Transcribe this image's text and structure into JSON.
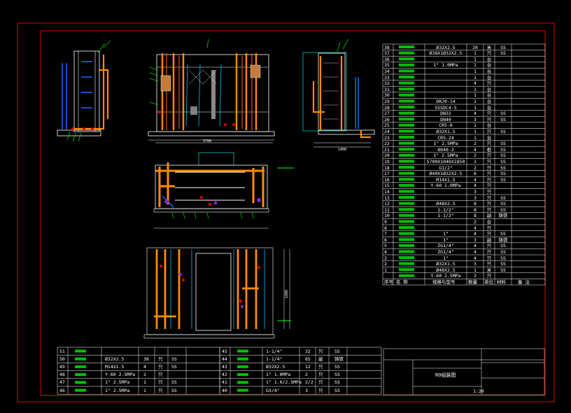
{
  "drawing_title": "RO组装图",
  "scale": "1:20",
  "dims": {
    "main_width": "5700",
    "side_width": "1400",
    "front_height": "1800"
  },
  "bom_header": [
    "序号",
    "名 称",
    "规格与型号",
    "数量",
    "单位",
    "材料",
    "备 注"
  ],
  "bom_right": [
    {
      "no": "38",
      "spec": "Ø32X2.5",
      "qty": "20",
      "unit": "米",
      "mat": "SS"
    },
    {
      "no": "37",
      "spec": "Ø38X1Ø32X2.5",
      "qty": "1",
      "unit": "只",
      "mat": "SS"
    },
    {
      "no": "36",
      "spec": "",
      "qty": "1",
      "unit": "台",
      "mat": ""
    },
    {
      "no": "35",
      "spec": "1\" 1.0MPa",
      "qty": "1",
      "unit": "台",
      "mat": ""
    },
    {
      "no": "34",
      "spec": "",
      "qty": "1",
      "unit": "台",
      "mat": ""
    },
    {
      "no": "33",
      "spec": "",
      "qty": "1",
      "unit": "台",
      "mat": ""
    },
    {
      "no": "32",
      "spec": "",
      "qty": "4",
      "unit": "只",
      "mat": ""
    },
    {
      "no": "31",
      "spec": "",
      "qty": "1",
      "unit": "台",
      "mat": ""
    },
    {
      "no": "30",
      "spec": "",
      "qty": "1",
      "unit": "台",
      "mat": ""
    },
    {
      "no": "29",
      "spec": "DRJ0-14",
      "qty": "1",
      "unit": "台",
      "mat": ""
    },
    {
      "no": "28",
      "spec": "SSSDC4-5",
      "qty": "1",
      "unit": "台",
      "mat": ""
    },
    {
      "no": "27",
      "spec": "DN32",
      "qty": "4",
      "unit": "只",
      "mat": "SS"
    },
    {
      "no": "26",
      "spec": "DN40",
      "qty": "3",
      "unit": "只",
      "mat": "SS"
    },
    {
      "no": "25",
      "spec": "CR5-6",
      "qty": "1",
      "unit": "台",
      "mat": ""
    },
    {
      "no": "24",
      "spec": "Ø32X1.5",
      "qty": "1",
      "unit": "只",
      "mat": "SS"
    },
    {
      "no": "23",
      "spec": "CR5-24",
      "qty": "1",
      "unit": "台",
      "mat": ""
    },
    {
      "no": "22",
      "spec": "1\" 2.5MPa",
      "qty": "2",
      "unit": "只",
      "mat": "SS"
    },
    {
      "no": "21",
      "spec": "8040-2",
      "qty": "4",
      "unit": "根",
      "mat": "SS"
    },
    {
      "no": "20",
      "spec": "1\" 2.5MPa",
      "qty": "2",
      "unit": "只",
      "mat": "SS"
    },
    {
      "no": "19",
      "spec": "5700X1040X1850",
      "qty": "1",
      "unit": "只",
      "mat": "SS"
    },
    {
      "no": "18",
      "spec": "G1/2\"",
      "qty": "2",
      "unit": "只",
      "mat": "SS"
    },
    {
      "no": "17",
      "spec": "Ø40X1Ø32X2.5",
      "qty": "6",
      "unit": "只",
      "mat": "SS"
    },
    {
      "no": "16",
      "spec": "M14X1.5",
      "qty": "4",
      "unit": "只",
      "mat": "SS"
    },
    {
      "no": "15",
      "spec": "Y-60 1.0MPa",
      "qty": "4",
      "unit": "只",
      "mat": ""
    },
    {
      "no": "14",
      "spec": "",
      "qty": "3",
      "unit": "只",
      "mat": ""
    },
    {
      "no": "13",
      "spec": "",
      "qty": "3",
      "unit": "只",
      "mat": "SS"
    },
    {
      "no": "12",
      "spec": "Ø48X2.5",
      "qty": "8",
      "unit": "只",
      "mat": "SS"
    },
    {
      "no": "11",
      "spec": "1-1/2\"",
      "qty": "8",
      "unit": "只",
      "mat": "SS"
    },
    {
      "no": "10",
      "spec": "1-1/2\"",
      "qty": "8",
      "unit": "副",
      "mat": "铸铁"
    },
    {
      "no": "9",
      "spec": "",
      "qty": "2",
      "unit": "台",
      "mat": ""
    },
    {
      "no": "8",
      "spec": "",
      "qty": "4",
      "unit": "只",
      "mat": ""
    },
    {
      "no": "7",
      "spec": "1\"",
      "qty": "4",
      "unit": "只",
      "mat": "SS"
    },
    {
      "no": "6",
      "spec": "1\"",
      "qty": "3",
      "unit": "副",
      "mat": "铸铁"
    },
    {
      "no": "5",
      "spec": "ZG1/4\"",
      "qty": "4",
      "unit": "只",
      "mat": "SS"
    },
    {
      "no": "4",
      "spec": "ZG1/4\"",
      "qty": "4",
      "unit": "只",
      "mat": "SS"
    },
    {
      "no": "3",
      "spec": "1\"",
      "qty": "4",
      "unit": "只",
      "mat": "SS"
    },
    {
      "no": "2",
      "spec": "Ø32X1.5",
      "qty": "3",
      "unit": "只",
      "mat": "SS"
    },
    {
      "no": "1",
      "spec": "Ø48X2.5",
      "qty": "1",
      "unit": "米",
      "mat": "SS"
    },
    {
      "no": "",
      "spec": "Y-60 2.5MPa",
      "qty": "2",
      "unit": "只",
      "mat": ""
    }
  ],
  "bom_bottom_left": [
    {
      "no": "51",
      "spec": "",
      "qty": "",
      "unit": "",
      "mat": ""
    },
    {
      "no": "50",
      "spec": "Ø32X2.5",
      "qty": "38",
      "unit": "只",
      "mat": "SS"
    },
    {
      "no": "49",
      "spec": "M14X1.5",
      "qty": "4",
      "unit": "只",
      "mat": "SS"
    },
    {
      "no": "48",
      "spec": "Y-60 2.5MPa",
      "qty": "2",
      "unit": "只",
      "mat": ""
    },
    {
      "no": "47",
      "spec": "1\" 2.5MPa",
      "qty": "1",
      "unit": "只",
      "mat": "SS"
    },
    {
      "no": "46",
      "spec": "1\" 2.5MPa",
      "qty": "1",
      "unit": "只",
      "mat": "SS"
    }
  ],
  "bom_bottom_mid": [
    {
      "no": "45",
      "spec": "1-1/4\"",
      "qty": "32",
      "unit": "只",
      "mat": "SS"
    },
    {
      "no": "44",
      "spec": "1-1/4\"",
      "qty": "65",
      "unit": "副",
      "mat": "铸铁"
    },
    {
      "no": "43",
      "spec": "Ø32X2.5",
      "qty": "12",
      "unit": "只",
      "mat": "SS"
    },
    {
      "no": "42",
      "spec": "1\" 1.0MPa",
      "qty": "2",
      "unit": "只",
      "mat": "SS"
    },
    {
      "no": "41",
      "spec": "1\" 1.0/2.5MPa",
      "qty": "2/2",
      "unit": "只",
      "mat": "SS"
    },
    {
      "no": "40",
      "spec": "G3/4\"",
      "qty": "3",
      "unit": "只",
      "mat": "SS"
    }
  ]
}
